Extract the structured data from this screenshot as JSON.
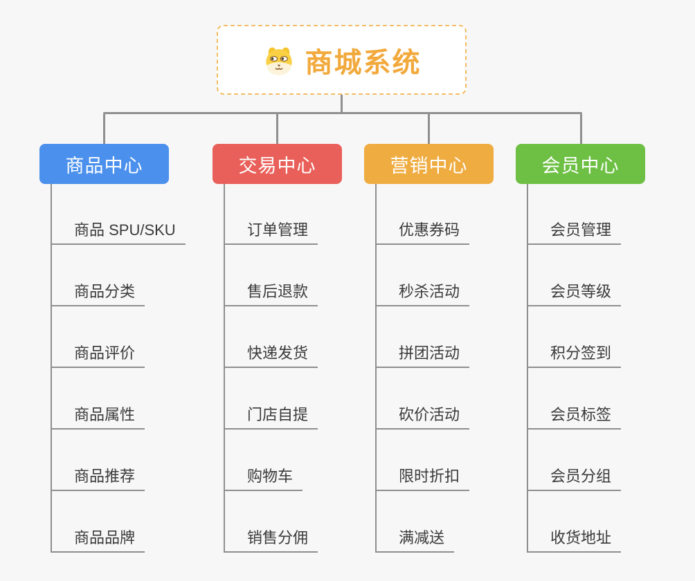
{
  "root": {
    "title": "商城系统",
    "icon": "dog-face-icon",
    "accent_color": "#F2A93C",
    "border_color": "#F3BC64"
  },
  "branches": [
    {
      "label": "商品中心",
      "color": "#4A90EC",
      "items": [
        "商品 SPU/SKU",
        "商品分类",
        "商品评价",
        "商品属性",
        "商品推荐",
        "商品品牌"
      ]
    },
    {
      "label": "交易中心",
      "color": "#E9605A",
      "items": [
        "订单管理",
        "售后退款",
        "快递发货",
        "门店自提",
        "购物车",
        "销售分佣"
      ]
    },
    {
      "label": "营销中心",
      "color": "#EFAC41",
      "items": [
        "优惠券码",
        "秒杀活动",
        "拼团活动",
        "砍价活动",
        "限时折扣",
        "满减送"
      ]
    },
    {
      "label": "会员中心",
      "color": "#6DC044",
      "items": [
        "会员管理",
        "会员等级",
        "积分签到",
        "会员标签",
        "会员分组",
        "收货地址"
      ]
    }
  ],
  "colors": {
    "background": "#F7F7F7",
    "connector": "#8F8F8F",
    "item_underline": "#8E8E8E",
    "item_text": "#3A3A3A"
  }
}
